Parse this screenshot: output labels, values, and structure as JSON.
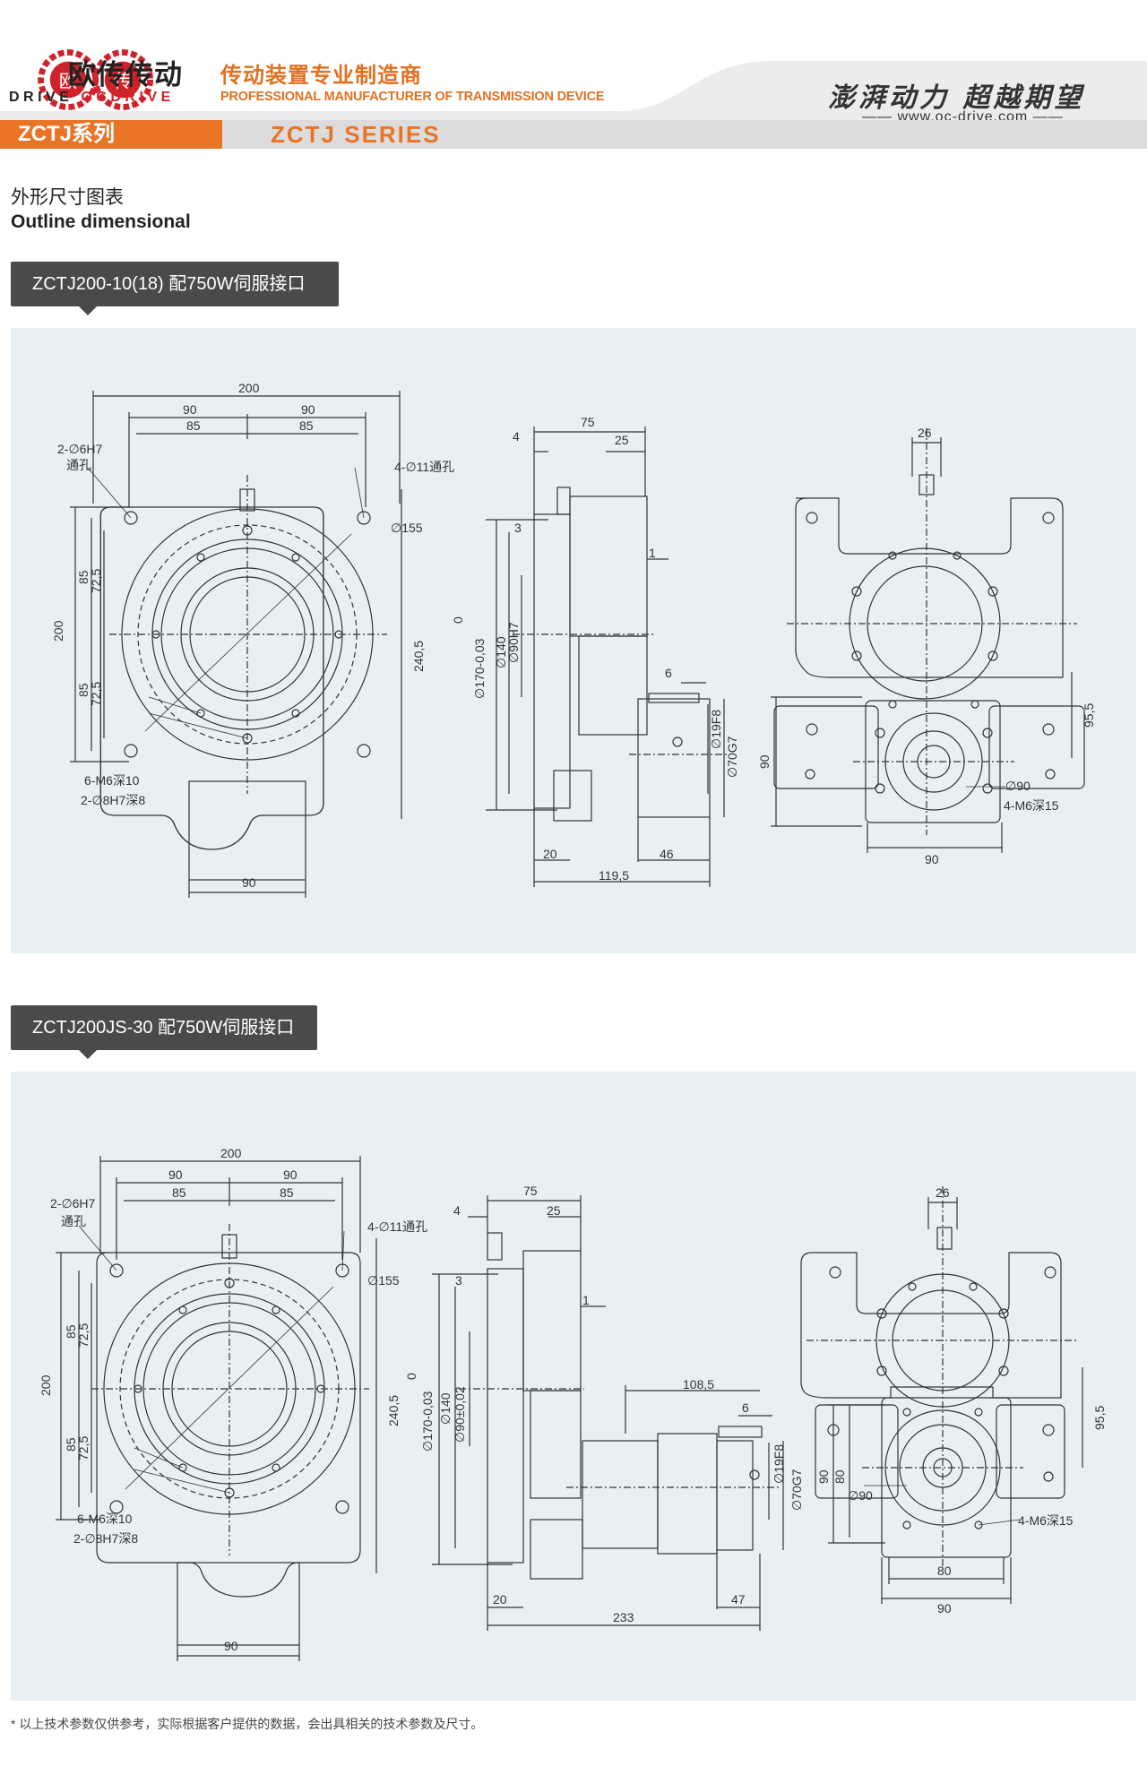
{
  "header": {
    "brand_cn": "欧传传动",
    "brand_en_left": "DRIVE",
    "brand_en_right": "OCDRIVE",
    "logo_mark_1": "欧",
    "logo_mark_2": "传",
    "tagline_cn": "传动装置专业制造商",
    "tagline_en": "PROFESSIONAL MANUFACTURER OF TRANSMISSION DEVICE",
    "slogan": "澎湃动力 超越期望",
    "website": "www.oc-drive.com",
    "series_cn": "ZCTJ系列",
    "series_en": "ZCTJ SERIES"
  },
  "section": {
    "title_cn": "外形尺寸图表",
    "title_en": "Outline dimensional"
  },
  "drawings": [
    {
      "label": "ZCTJ200-10(18) 配750W伺服接口",
      "front": {
        "w200": "200",
        "w90a": "90",
        "w90b": "90",
        "w85a": "85",
        "w85b": "85",
        "h200": "200",
        "h85a": "85",
        "h85b": "85",
        "h72a": "72,5",
        "h72b": "72,5",
        "h240": "240,5",
        "d155": "∅155",
        "hole6": "2-∅6H7",
        "hole6b": "通孔",
        "hole11": "4-∅11通孔",
        "m6": "6-M6深10",
        "h8": "2-∅8H7深8",
        "b90": "90"
      },
      "side": {
        "d75": "75",
        "d4": "4",
        "d25": "25",
        "d3": "3",
        "d1": "1",
        "d0": "0",
        "d170": "∅170-0,03",
        "d140": "∅140",
        "d90": "∅90H7",
        "d6": "6",
        "d19": "∅19F8",
        "d70": "∅70G7",
        "d20": "20",
        "d46": "46",
        "d119": "119,5"
      },
      "back": {
        "d26": "26",
        "d95": "95,5",
        "d90h": "90",
        "d90c": "∅90",
        "m6": "4-M6深15",
        "d90w": "90"
      }
    },
    {
      "label": "ZCTJ200JS-30 配750W伺服接口",
      "front": {
        "w200": "200",
        "w90a": "90",
        "w90b": "90",
        "w85a": "85",
        "w85b": "85",
        "h200": "200",
        "h85a": "85",
        "h85b": "85",
        "h72a": "72,5",
        "h72b": "72,5",
        "h240": "240,5",
        "d155": "∅155",
        "hole6": "2-∅6H7",
        "hole6b": "通孔",
        "hole11": "4-∅11通孔",
        "m6": "6-M6深10",
        "h8": "2-∅8H7深8",
        "b90": "90"
      },
      "side": {
        "d75": "75",
        "d4": "4",
        "d25": "25",
        "d3": "3",
        "d1": "1",
        "d0": "0",
        "d170": "∅170-0,03",
        "d140": "∅140",
        "d90": "∅90±0,02",
        "d108": "108,5",
        "d6": "6",
        "d19": "∅19F8",
        "d70": "∅70G7",
        "d20": "20",
        "d47": "47",
        "d233": "233"
      },
      "back": {
        "d26": "26",
        "d95": "95,5",
        "d80v": "80",
        "d90v": "90",
        "d90c": "∅90",
        "m6": "4-M6深15",
        "d80w": "80",
        "d90w": "90"
      }
    }
  ],
  "footnote": "* 以上技术参数仅供参考，实际根据客户提供的数据，会出具相关的技术参数及尺寸。"
}
